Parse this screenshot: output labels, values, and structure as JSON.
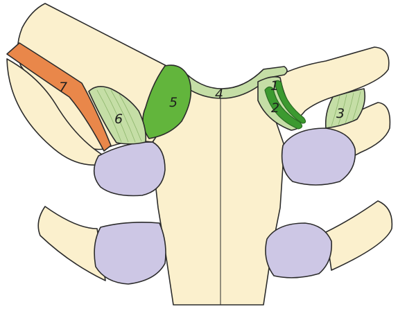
{
  "colors": {
    "background": "#ffffff",
    "bone": "#fbf0cd",
    "cartilage": "#cdc7e5",
    "ligament_light": "#c5dea6",
    "ligament_stripe": "#8fb76e",
    "capsule_green": "#62b53c",
    "disc_dark_green": "#3c9a30",
    "muscle_orange": "#e9874a",
    "outline": "#2b2b2b"
  },
  "labels": [
    {
      "id": "1",
      "text": "1"
    },
    {
      "id": "2",
      "text": "2"
    },
    {
      "id": "3",
      "text": "3"
    },
    {
      "id": "4",
      "text": "4"
    },
    {
      "id": "5",
      "text": "5"
    },
    {
      "id": "6",
      "text": "6"
    },
    {
      "id": "7",
      "text": "7"
    }
  ]
}
